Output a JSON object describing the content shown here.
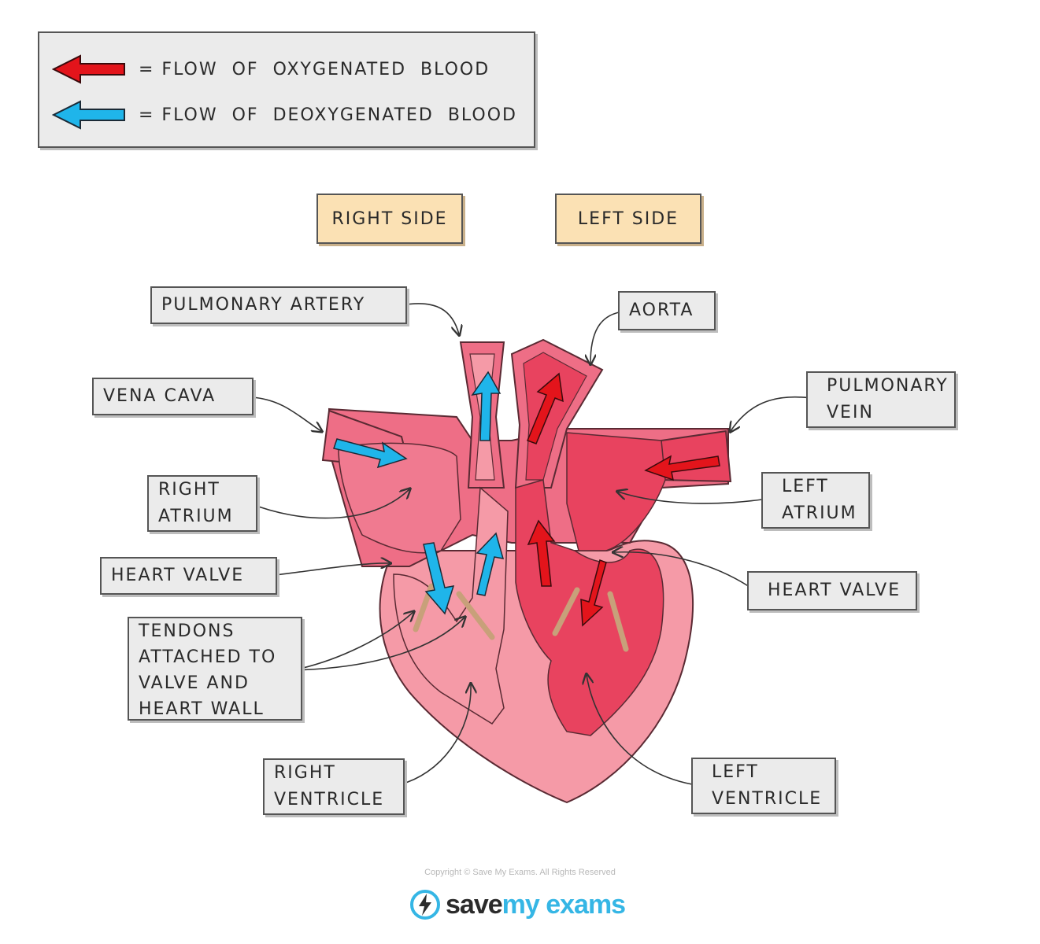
{
  "legend": {
    "oxygenated": "= FLOW  OF  OXYGENATED  BLOOD",
    "deoxygenated": "= FLOW  OF  DEOXYGENATED  BLOOD",
    "colors": {
      "oxygenated": "#e3141b",
      "deoxygenated": "#1fb5ea"
    }
  },
  "sides": {
    "right": "RIGHT  SIDE",
    "left": "LEFT  SIDE"
  },
  "labels": {
    "pulmonary_artery": "PULMONARY  ARTERY",
    "aorta": "AORTA",
    "vena_cava": "VENA  CAVA",
    "pulmonary_vein": "PULMONARY\nVEIN",
    "right_atrium": "RIGHT\nATRIUM",
    "left_atrium": "LEFT\nATRIUM",
    "heart_valve_right": "HEART  VALVE",
    "heart_valve_left": "HEART  VALVE",
    "tendons": "TENDONS\nATTACHED  TO\nVALVE  AND\nHEART  WALL",
    "right_ventricle": "RIGHT\nVENTRICLE",
    "left_ventricle": "LEFT\nVENTRICLE"
  },
  "footer": {
    "copyright": "Copyright © Save My Exams. All Rights Reserved",
    "logo_word1": "save",
    "logo_word2": "my exams"
  },
  "colors": {
    "heart_outer": "#f59aa7",
    "heart_inner": "#ee6e86",
    "left_chamber": "#e8435f",
    "tendon": "#c8a07a"
  }
}
